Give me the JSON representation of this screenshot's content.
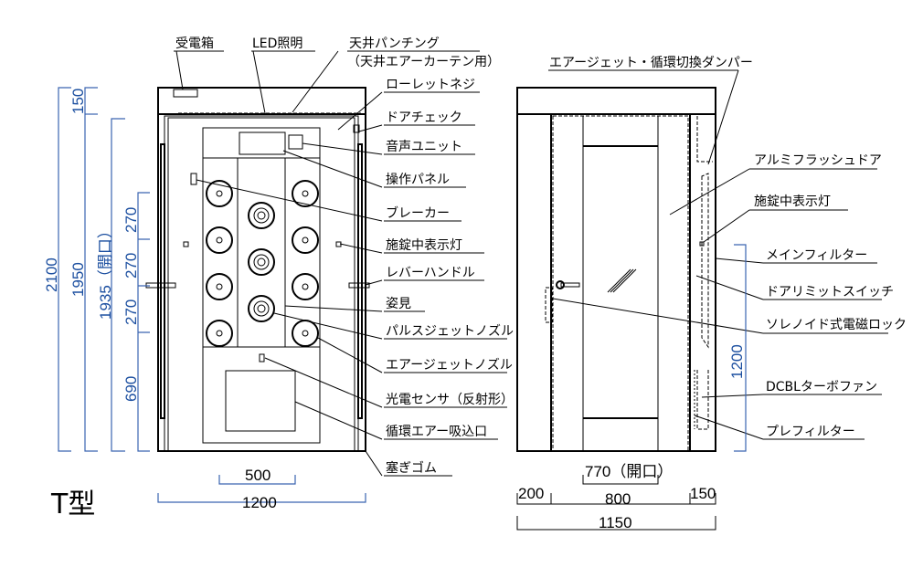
{
  "front_labels": [
    "受電箱",
    "LED照明",
    "天井パンチング",
    "（天井エアーカーテン用）",
    "ローレットネジ",
    "ドアチェック",
    "音声ユニット",
    "操作パネル",
    "ブレーカー",
    "施錠中表示灯",
    "レバーハンドル",
    "姿見",
    "パルスジェットノズル",
    "エアージェットノズル",
    "光電センサ（反射形）",
    "循環エアー吸込口",
    "塞ぎゴム"
  ],
  "side_labels": [
    "エアージェット・循環切換ダンパー",
    "アルミフラッシュドア",
    "施錠中表示灯",
    "メインフィルター",
    "ドアリミットスイッチ",
    "ソレノイド式電磁ロック",
    "DCBLターボファン",
    "プレフィルター"
  ],
  "front_dims": {
    "height_total": "2100",
    "height_body": "1950",
    "opening_height": "1935（開口）",
    "top": "150",
    "nozzle_pitch": [
      "270",
      "270",
      "270"
    ],
    "bottom": "690",
    "grille_width": "500",
    "width": "1200"
  },
  "model": "T型",
  "side_dims": {
    "opening": "770（開口）",
    "left": "200",
    "door": "800",
    "right": "150",
    "depth": "1150",
    "fan_height": "1200"
  }
}
